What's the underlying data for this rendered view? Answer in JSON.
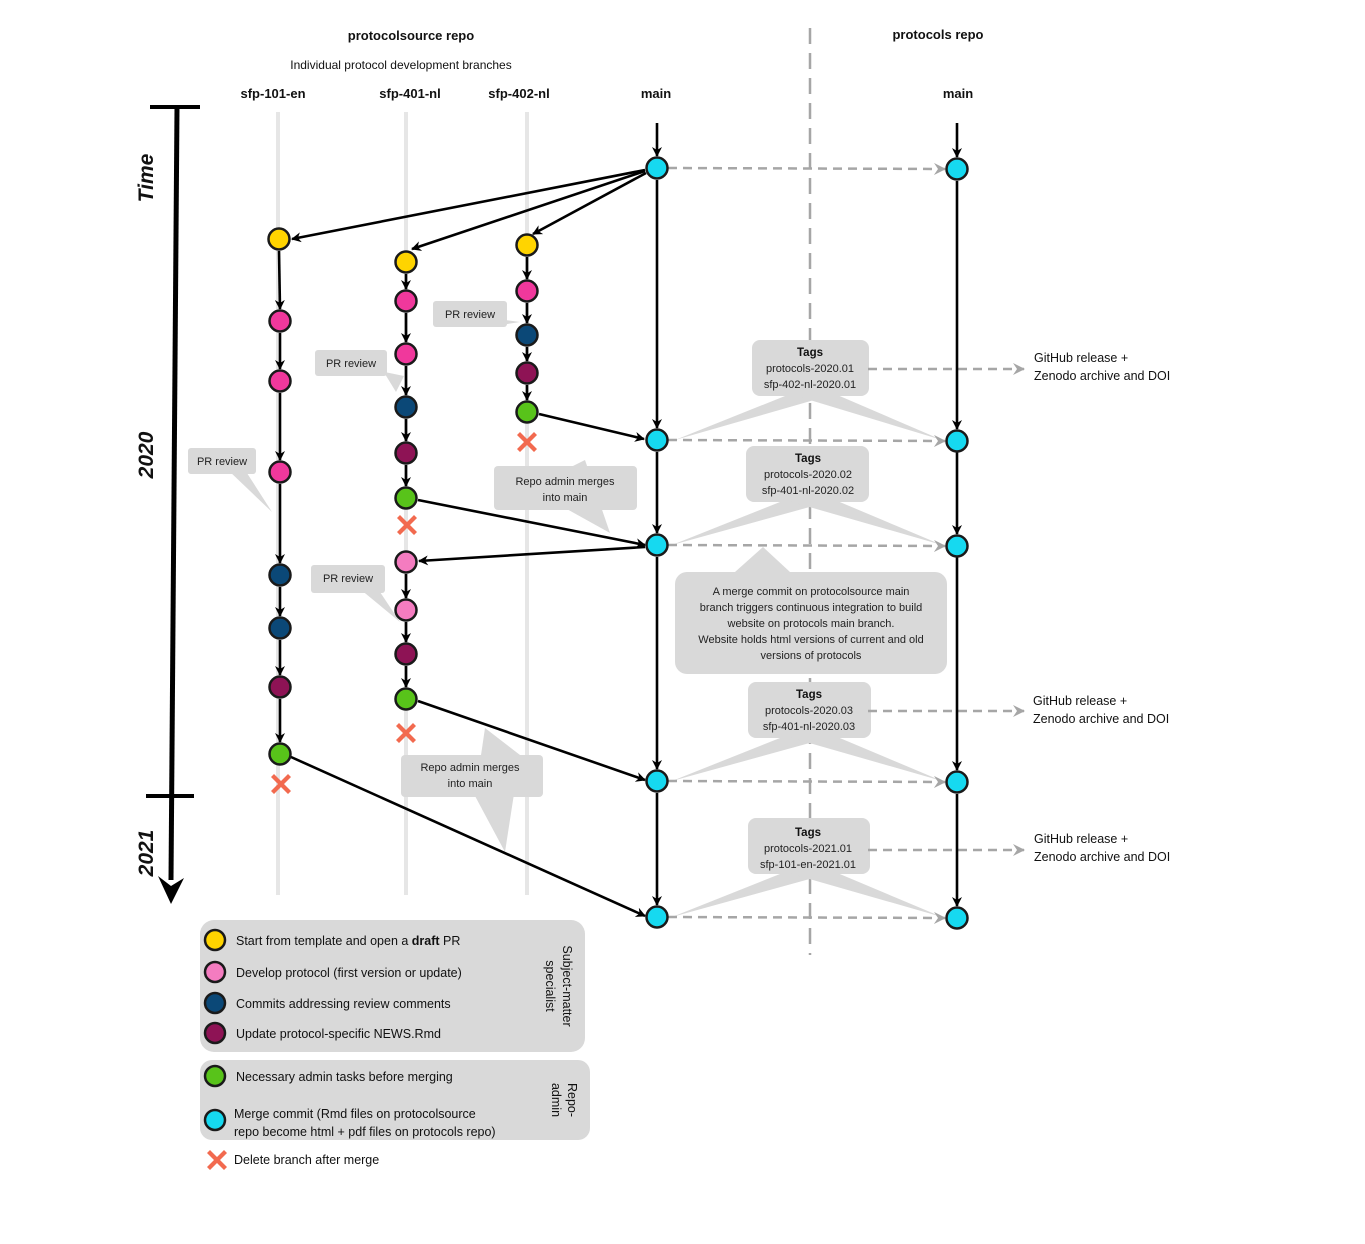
{
  "headers": {
    "source_repo": "protocolsource repo",
    "target_repo": "protocols repo",
    "branches_caption": "Individual protocol development branches",
    "col_sfp101": "sfp-101-en",
    "col_sfp401": "sfp-401-nl",
    "col_sfp402": "sfp-402-nl",
    "col_main_source": "main",
    "col_main_target": "main"
  },
  "axis": {
    "time": "Time",
    "y2020": "2020",
    "y2021": "2021"
  },
  "callouts": {
    "pr_review_402": "PR review",
    "pr_review_401a": "PR review",
    "pr_review_101": "PR review",
    "pr_review_401b": "PR review",
    "admin_merge_1_line1": "Repo admin merges",
    "admin_merge_1_line2": "into main",
    "admin_merge_2_line1": "Repo admin merges",
    "admin_merge_2_line2": "into main",
    "ci_line1": "A merge commit on protocolsource main",
    "ci_line2": "branch triggers continuous integration to build",
    "ci_line3": "website on protocols main branch.",
    "ci_line4": "Website holds html versions of current and old",
    "ci_line5": "versions of protocols"
  },
  "tags": [
    {
      "title": "Tags",
      "line1": "protocols-2020.01",
      "line2": "sfp-402-nl-2020.01"
    },
    {
      "title": "Tags",
      "line1": "protocols-2020.02",
      "line2": "sfp-401-nl-2020.02"
    },
    {
      "title": "Tags",
      "line1": "protocols-2020.03",
      "line2": "sfp-401-nl-2020.03"
    },
    {
      "title": "Tags",
      "line1": "protocols-2021.01",
      "line2": "sfp-101-en-2021.01"
    }
  ],
  "releases": [
    {
      "line1": "GitHub release +",
      "line2": "Zenodo archive and DOI"
    },
    {
      "line1": "GitHub release +",
      "line2": "Zenodo archive and DOI"
    },
    {
      "line1": "GitHub release +",
      "line2": "Zenodo archive and DOI"
    }
  ],
  "legend": {
    "yellow": "Start from template and open a ",
    "yellow_bold": "draft",
    "yellow_end": " PR",
    "pink": "Develop protocol (first version or update)",
    "navy": "Commits addressing review comments",
    "maroon": "Update protocol-specific NEWS.Rmd",
    "green": "Necessary admin tasks before merging",
    "cyan_line1": "Merge commit (Rmd files on protocolsource",
    "cyan_line2": "repo become html + pdf files on protocols repo)",
    "cross": "Delete branch after merge",
    "role1_line1": "Subject-matter",
    "role1_line2": "specialist",
    "role2_line1": "Repo-",
    "role2_line2": "admin"
  },
  "colors": {
    "yellow": "#FFD400",
    "pink": "#F0389C",
    "light_pink": "#F47CC0",
    "navy": "#0B4877",
    "maroon": "#8E1355",
    "green": "#58C31A",
    "cyan": "#16D9F0",
    "cross": "#F26A4F",
    "callout": "#D9D9D9"
  }
}
